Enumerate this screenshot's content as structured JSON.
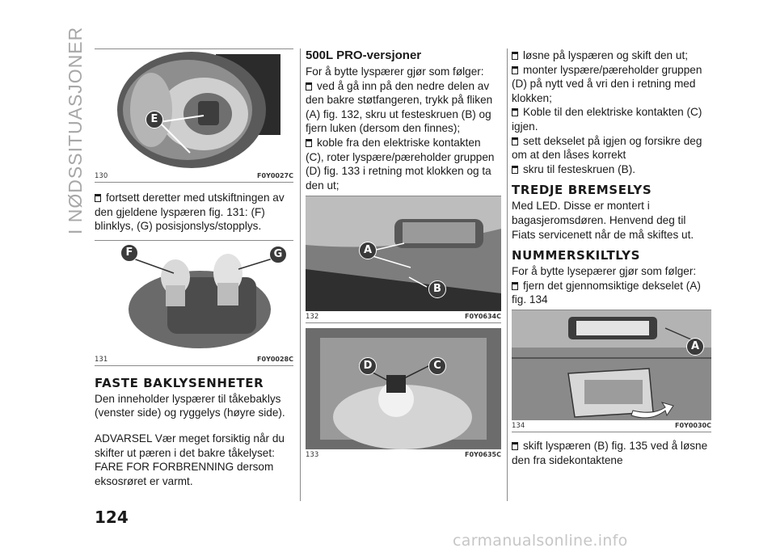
{
  "side_tab": "I NØDSSITUASJONER",
  "page_number": "124",
  "footer": "carmanualsonline.info",
  "col1": {
    "fig130": {
      "num": "130",
      "code": "F0Y0027C",
      "callouts": [
        "E"
      ]
    },
    "bullet1": "fortsett deretter med utskiftningen av den gjeldene lyspæren fig. 131: (F) blinklys, (G) posisjonslys/stopplys.",
    "fig131": {
      "num": "131",
      "code": "F0Y0028C",
      "callouts": [
        "F",
        "G"
      ]
    },
    "heading": "FASTE BAKLYSENHETER",
    "para1": "Den inneholder lyspærer til tåkebaklys (venster side) og ryggelys (høyre side).",
    "para2": "ADVARSEL Vær meget forsiktig når du skifter ut pæren i det bakre tåkelyset: FARE FOR FORBRENNING dersom eksosrøret er varmt."
  },
  "col2": {
    "subheading": "500L PRO-versjoner",
    "intro": "For å bytte lyspærer gjør som følger:",
    "bullets": [
      "ved å gå inn på den nedre delen av den bakre støtfangeren, trykk på fliken (A) fig. 132, skru ut festeskruen (B) og fjern luken (dersom den finnes);",
      "koble fra den elektriske kontakten (C), roter lyspære/pæreholder gruppen (D) fig. 133 i retning mot klokken og ta den ut;"
    ],
    "fig132": {
      "num": "132",
      "code": "F0Y0634C",
      "callouts": [
        "A",
        "B"
      ]
    },
    "fig133": {
      "num": "133",
      "code": "F0Y0635C",
      "callouts": [
        "D",
        "C"
      ]
    }
  },
  "col3": {
    "bullets": [
      "løsne på lyspæren og skift den ut;",
      "monter lyspære/pæreholder gruppen (D) på nytt ved å vri den i retning med klokken;",
      "Koble til den elektriske kontakten (C) igjen.",
      "sett dekselet på igjen og forsikre deg om at den låses korrekt",
      "skru til festeskruen (B)."
    ],
    "heading1": "TREDJE BREMSELYS",
    "para1": "Med LED. Disse er montert i bagasjeromsdøren. Henvend deg til Fiats servicenett når de må skiftes ut.",
    "heading2": "NUMMERSKILTLYS",
    "intro2": "For å bytte lysepærer gjør som følger:",
    "bullet_fig": "fjern det gjennomsiktige dekselet (A) fig. 134",
    "fig134": {
      "num": "134",
      "code": "F0Y0030C",
      "callouts": [
        "A"
      ]
    },
    "bullet_last": "skift lyspæren (B) fig. 135 ved å løsne den fra sidekontaktene"
  }
}
